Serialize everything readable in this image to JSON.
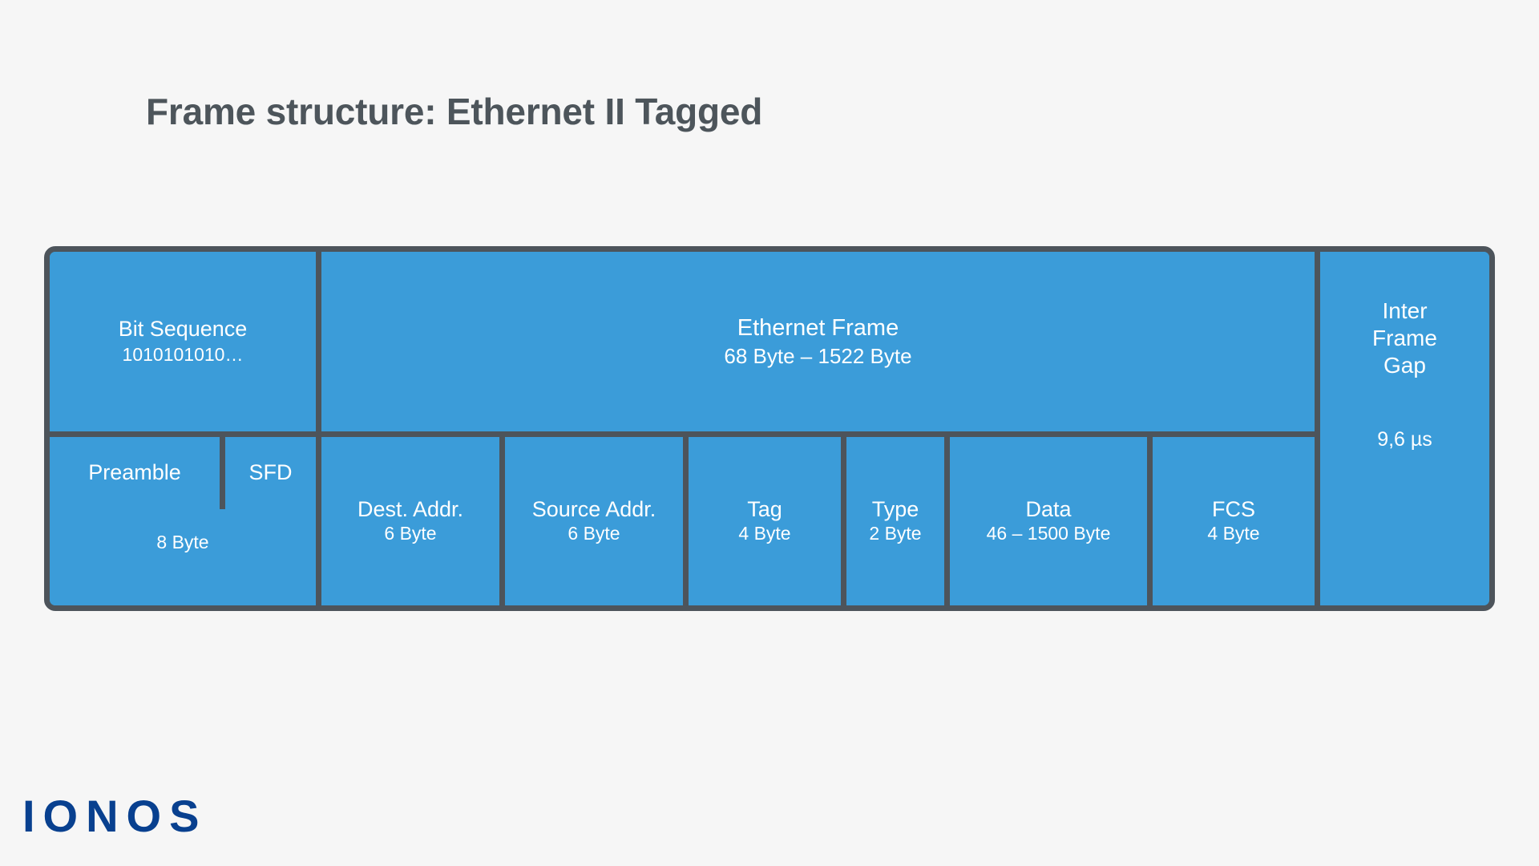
{
  "title": "Frame structure: Ethernet II Tagged",
  "brand": {
    "logo_text": "IONOS",
    "logo_color": "#08408f"
  },
  "colors": {
    "background": "#f6f6f6",
    "cell_fill": "#3b9cd9",
    "border": "#4d545b",
    "title_text": "#4d555b",
    "cell_text": "#ffffff"
  },
  "diagram": {
    "type": "frame-structure",
    "top_row": [
      {
        "name": "Bit Sequence",
        "size": "1010101010…"
      },
      {
        "name": "Ethernet Frame",
        "size": "68 Byte – 1522 Byte"
      }
    ],
    "bottom_row": [
      {
        "name": "Preamble",
        "size": ""
      },
      {
        "name": "SFD",
        "size": ""
      },
      {
        "name": "",
        "size": "8 Byte"
      },
      {
        "name": "Dest. Addr.",
        "size": "6 Byte"
      },
      {
        "name": "Source Addr.",
        "size": "6 Byte"
      },
      {
        "name": "Tag",
        "size": "4 Byte"
      },
      {
        "name": "Type",
        "size": "2 Byte"
      },
      {
        "name": "Data",
        "size": "46 – 1500 Byte"
      },
      {
        "name": "FCS",
        "size": "4 Byte"
      }
    ],
    "trailer": {
      "name": "Inter\nFrame\nGap",
      "size": "9,6 µs"
    }
  }
}
